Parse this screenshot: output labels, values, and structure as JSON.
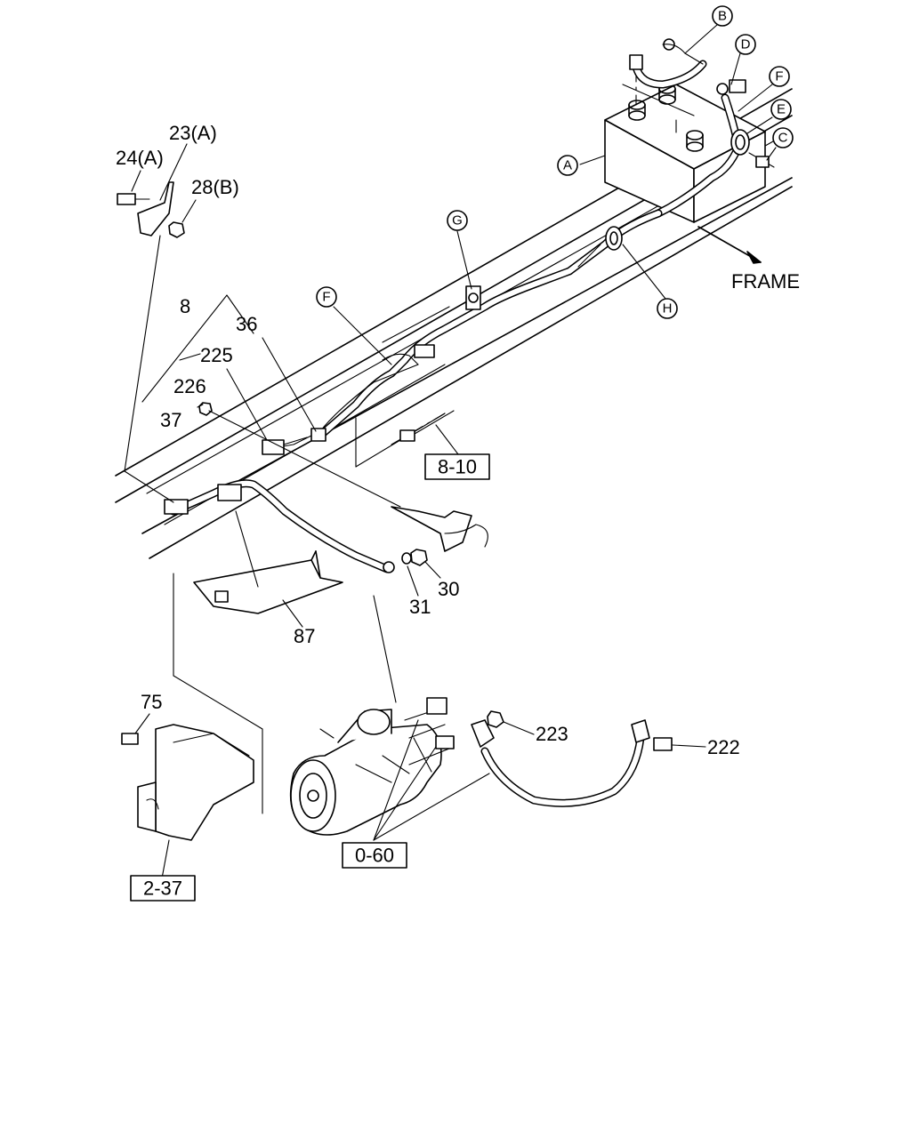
{
  "callouts": {
    "A": "A",
    "B": "B",
    "C": "C",
    "D": "D",
    "E": "E",
    "F_upper": "F",
    "F_lower": "F",
    "G": "G",
    "H": "H"
  },
  "labels": {
    "frame": "FRAME",
    "p23a": "23(A)",
    "p24a": "24(A)",
    "p28b": "28(B)",
    "p8": "8",
    "p36": "36",
    "p225": "225",
    "p226": "226",
    "p37": "37",
    "p30": "30",
    "p31": "31",
    "p87": "87",
    "p75": "75",
    "p223": "223",
    "p222": "222"
  },
  "references": {
    "r8_10": "8-10",
    "r0_60": "0-60",
    "r2_37": "2-37"
  }
}
